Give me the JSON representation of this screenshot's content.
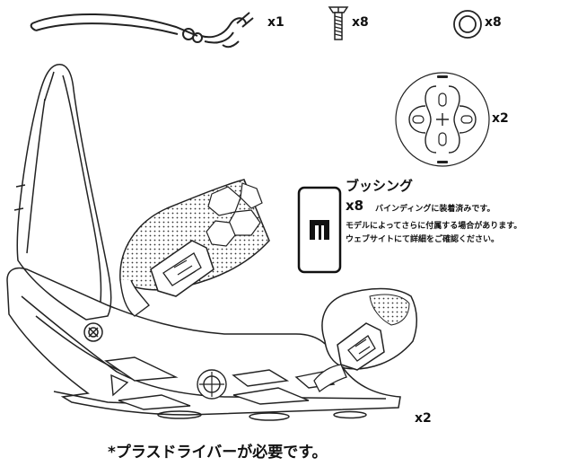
{
  "parts": {
    "leash": {
      "qty": "x1",
      "icon": "leash-cord-icon"
    },
    "screw": {
      "qty": "x8",
      "icon": "screw-icon"
    },
    "washer": {
      "qty": "x8",
      "icon": "washer-icon"
    },
    "disc": {
      "qty": "x2",
      "icon": "mounting-disc-icon"
    },
    "binding": {
      "qty": "x2",
      "icon": "binding-illustration"
    }
  },
  "bushing": {
    "title": "ブッシング",
    "qty": "x8",
    "note_installed": "バインディングに装着済みです。",
    "note_model": "モデルによってさらに付属する場合があります。",
    "note_check": "ウェブサイトにて詳細をご確認ください。",
    "icon": "bushing-icon"
  },
  "footnote": "*プラスドライバーが必要です。"
}
